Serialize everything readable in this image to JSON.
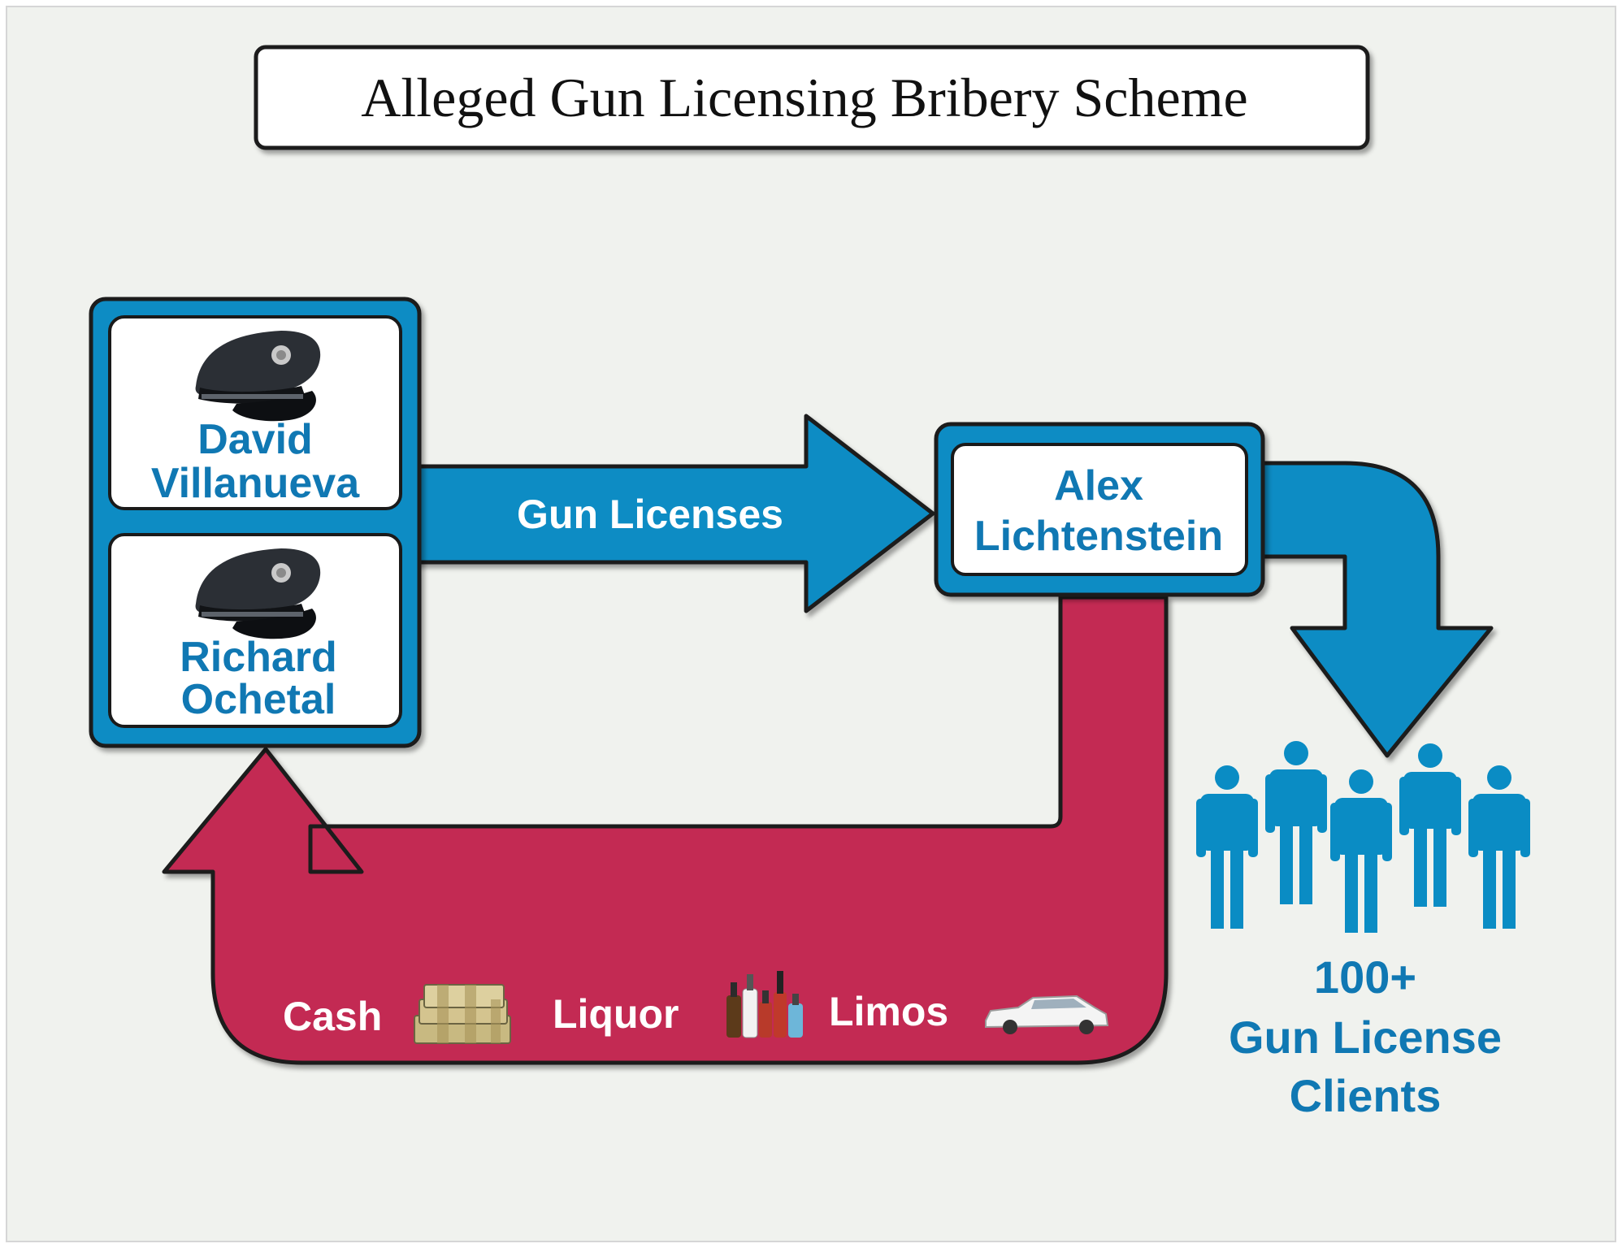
{
  "title": "Alleged Gun Licensing Bribery Scheme",
  "officers": [
    {
      "first_name": "David",
      "last_name": "Villanueva",
      "icon": "police-cap-icon"
    },
    {
      "first_name": "Richard",
      "last_name": "Ochetal",
      "icon": "police-cap-icon"
    }
  ],
  "middleman": {
    "first_name": "Alex",
    "last_name": "Lichtenstein"
  },
  "flows": {
    "licenses_label": "Gun Licenses",
    "bribes": [
      {
        "label": "Cash",
        "icon": "cash-stack-icon"
      },
      {
        "label": "Liquor",
        "icon": "liquor-bottles-icon"
      },
      {
        "label": "Limos",
        "icon": "limousine-icon"
      }
    ]
  },
  "clients": {
    "count_label": "100+",
    "line1": "Gun License",
    "line2": "Clients",
    "icon": "person-icon"
  },
  "colors": {
    "blue": "#0a8cc4",
    "text_blue": "#1078b3",
    "crimson": "#c32953",
    "background": "#f0f2ee",
    "outline": "#1a1a1a"
  }
}
